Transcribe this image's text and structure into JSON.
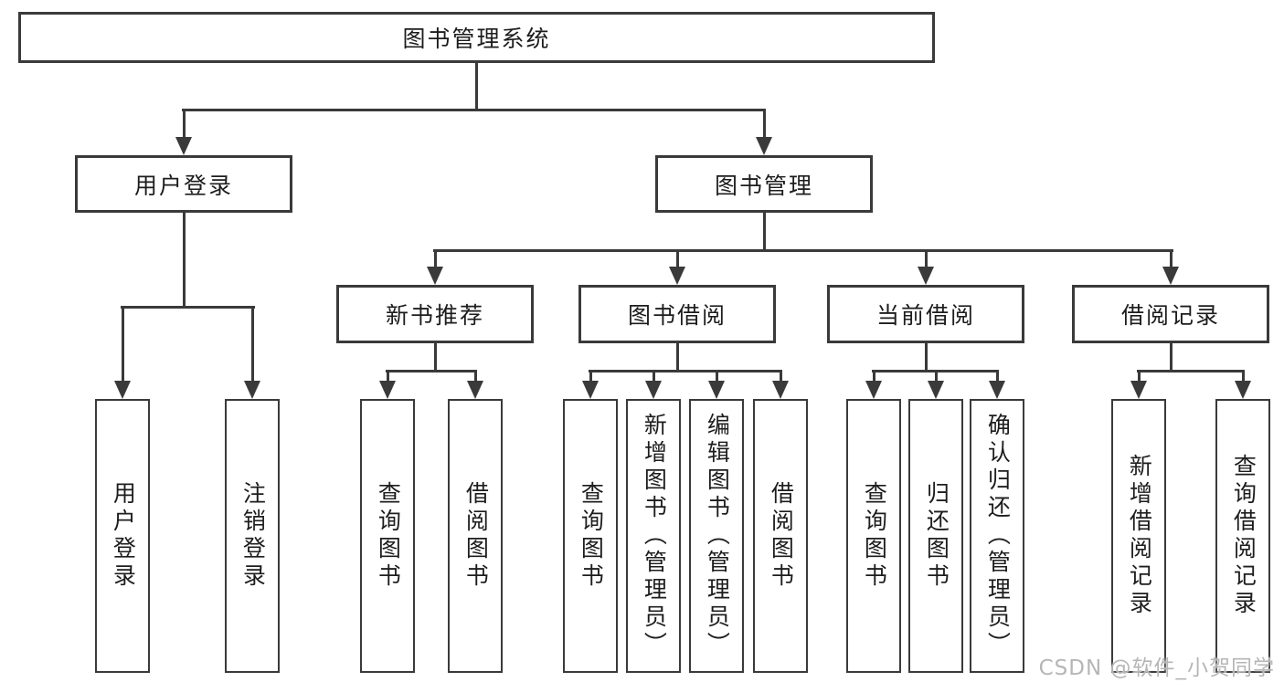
{
  "colors": {
    "line": "#3a3a3a",
    "text": "#1d1d1d",
    "watermark_text": "#b6b6b6",
    "background": "#ffffff"
  },
  "watermark": "CSDN @软件_小贺同学",
  "tree": {
    "root": {
      "label": "图书管理系统",
      "children": [
        {
          "label": "用户登录",
          "children": [
            {
              "label": "用户登录"
            },
            {
              "label": "注销登录"
            }
          ]
        },
        {
          "label": "图书管理",
          "children": [
            {
              "label": "新书推荐",
              "children": [
                {
                  "label": "查询图书"
                },
                {
                  "label": "借阅图书"
                }
              ]
            },
            {
              "label": "图书借阅",
              "children": [
                {
                  "label": "查询图书"
                },
                {
                  "label": "新增图书（管理员）"
                },
                {
                  "label": "编辑图书（管理员）"
                },
                {
                  "label": "借阅图书"
                }
              ]
            },
            {
              "label": "当前借阅",
              "children": [
                {
                  "label": "查询图书"
                },
                {
                  "label": "归还图书"
                },
                {
                  "label": "确认归还（管理员）"
                }
              ]
            },
            {
              "label": "借阅记录",
              "children": [
                {
                  "label": "新增借阅记录"
                },
                {
                  "label": "查询借阅记录"
                }
              ]
            }
          ]
        }
      ]
    }
  }
}
